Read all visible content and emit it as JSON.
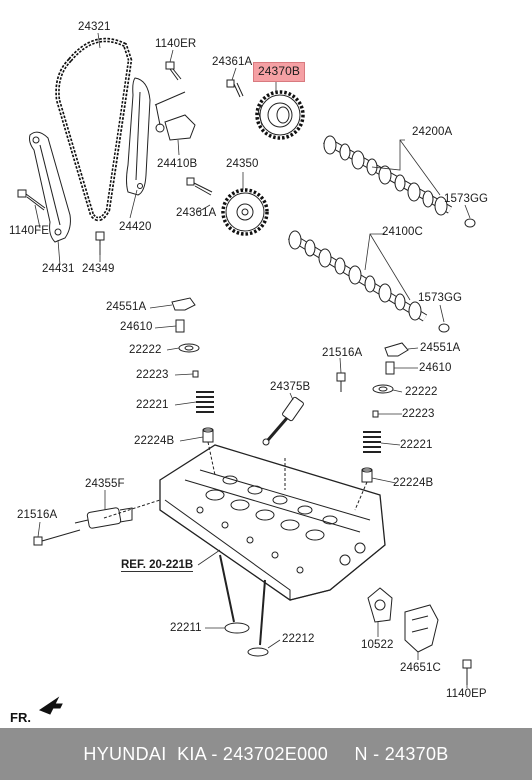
{
  "callouts": {
    "p24321": "24321",
    "p1140ER": "1140ER",
    "p24361A_top": "24361A",
    "p24370B": "24370B",
    "p24410B": "24410B",
    "p24350": "24350",
    "p24200A": "24200A",
    "p1573GG_top": "1573GG",
    "p24361A_mid": "24361A",
    "p24420": "24420",
    "p1140FE": "1140FE",
    "p24431": "24431",
    "p24349": "24349",
    "p24100C": "24100C",
    "p1573GG_mid": "1573GG",
    "p24551A_left": "24551A",
    "p24610_left": "24610",
    "p22222_left": "22222",
    "p22223_left": "22223",
    "p22221_left": "22221",
    "p22224B_left": "22224B",
    "p21516A_right": "21516A",
    "p24551A_right": "24551A",
    "p24610_right": "24610",
    "p24375B": "24375B",
    "p22222_right": "22222",
    "p22223_right": "22223",
    "p22221_right": "22221",
    "p22224B_right": "22224B",
    "p24355F": "24355F",
    "p21516A_left": "21516A",
    "pREF": "REF. 20-221B",
    "p22211": "22211",
    "p22212": "22212",
    "p10522": "10522",
    "p24651C": "24651C",
    "p1140EP": "1140EP",
    "pFR": "FR."
  },
  "footer": {
    "brand": "HYUNDAI  KIA - 243702E000",
    "number": "N - 24370B"
  },
  "colors": {
    "highlight_fill": "#f5a0a4",
    "footer_bg": "#8f8f8f"
  }
}
